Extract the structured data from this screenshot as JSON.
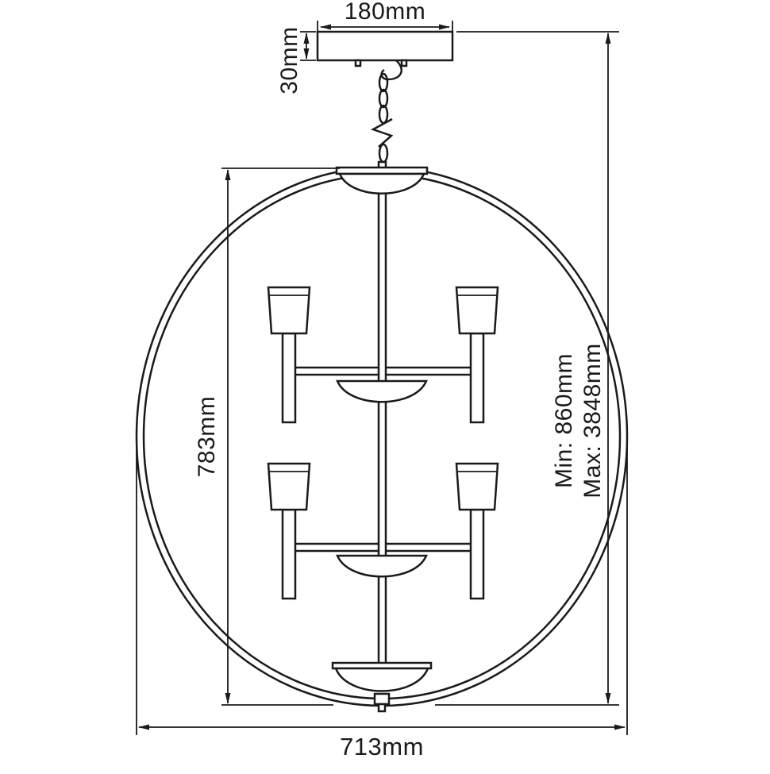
{
  "diagram": {
    "type": "chandelier-dimension-drawing"
  },
  "dimensions": {
    "canopy_width": "180mm",
    "canopy_height": "30mm",
    "fixture_height": "783mm",
    "fixture_width": "713mm",
    "drop_min": "Min: 860mm",
    "drop_max": "Max: 3848mm"
  },
  "colors": {
    "line": "#1a1a1a",
    "background": "#ffffff"
  }
}
